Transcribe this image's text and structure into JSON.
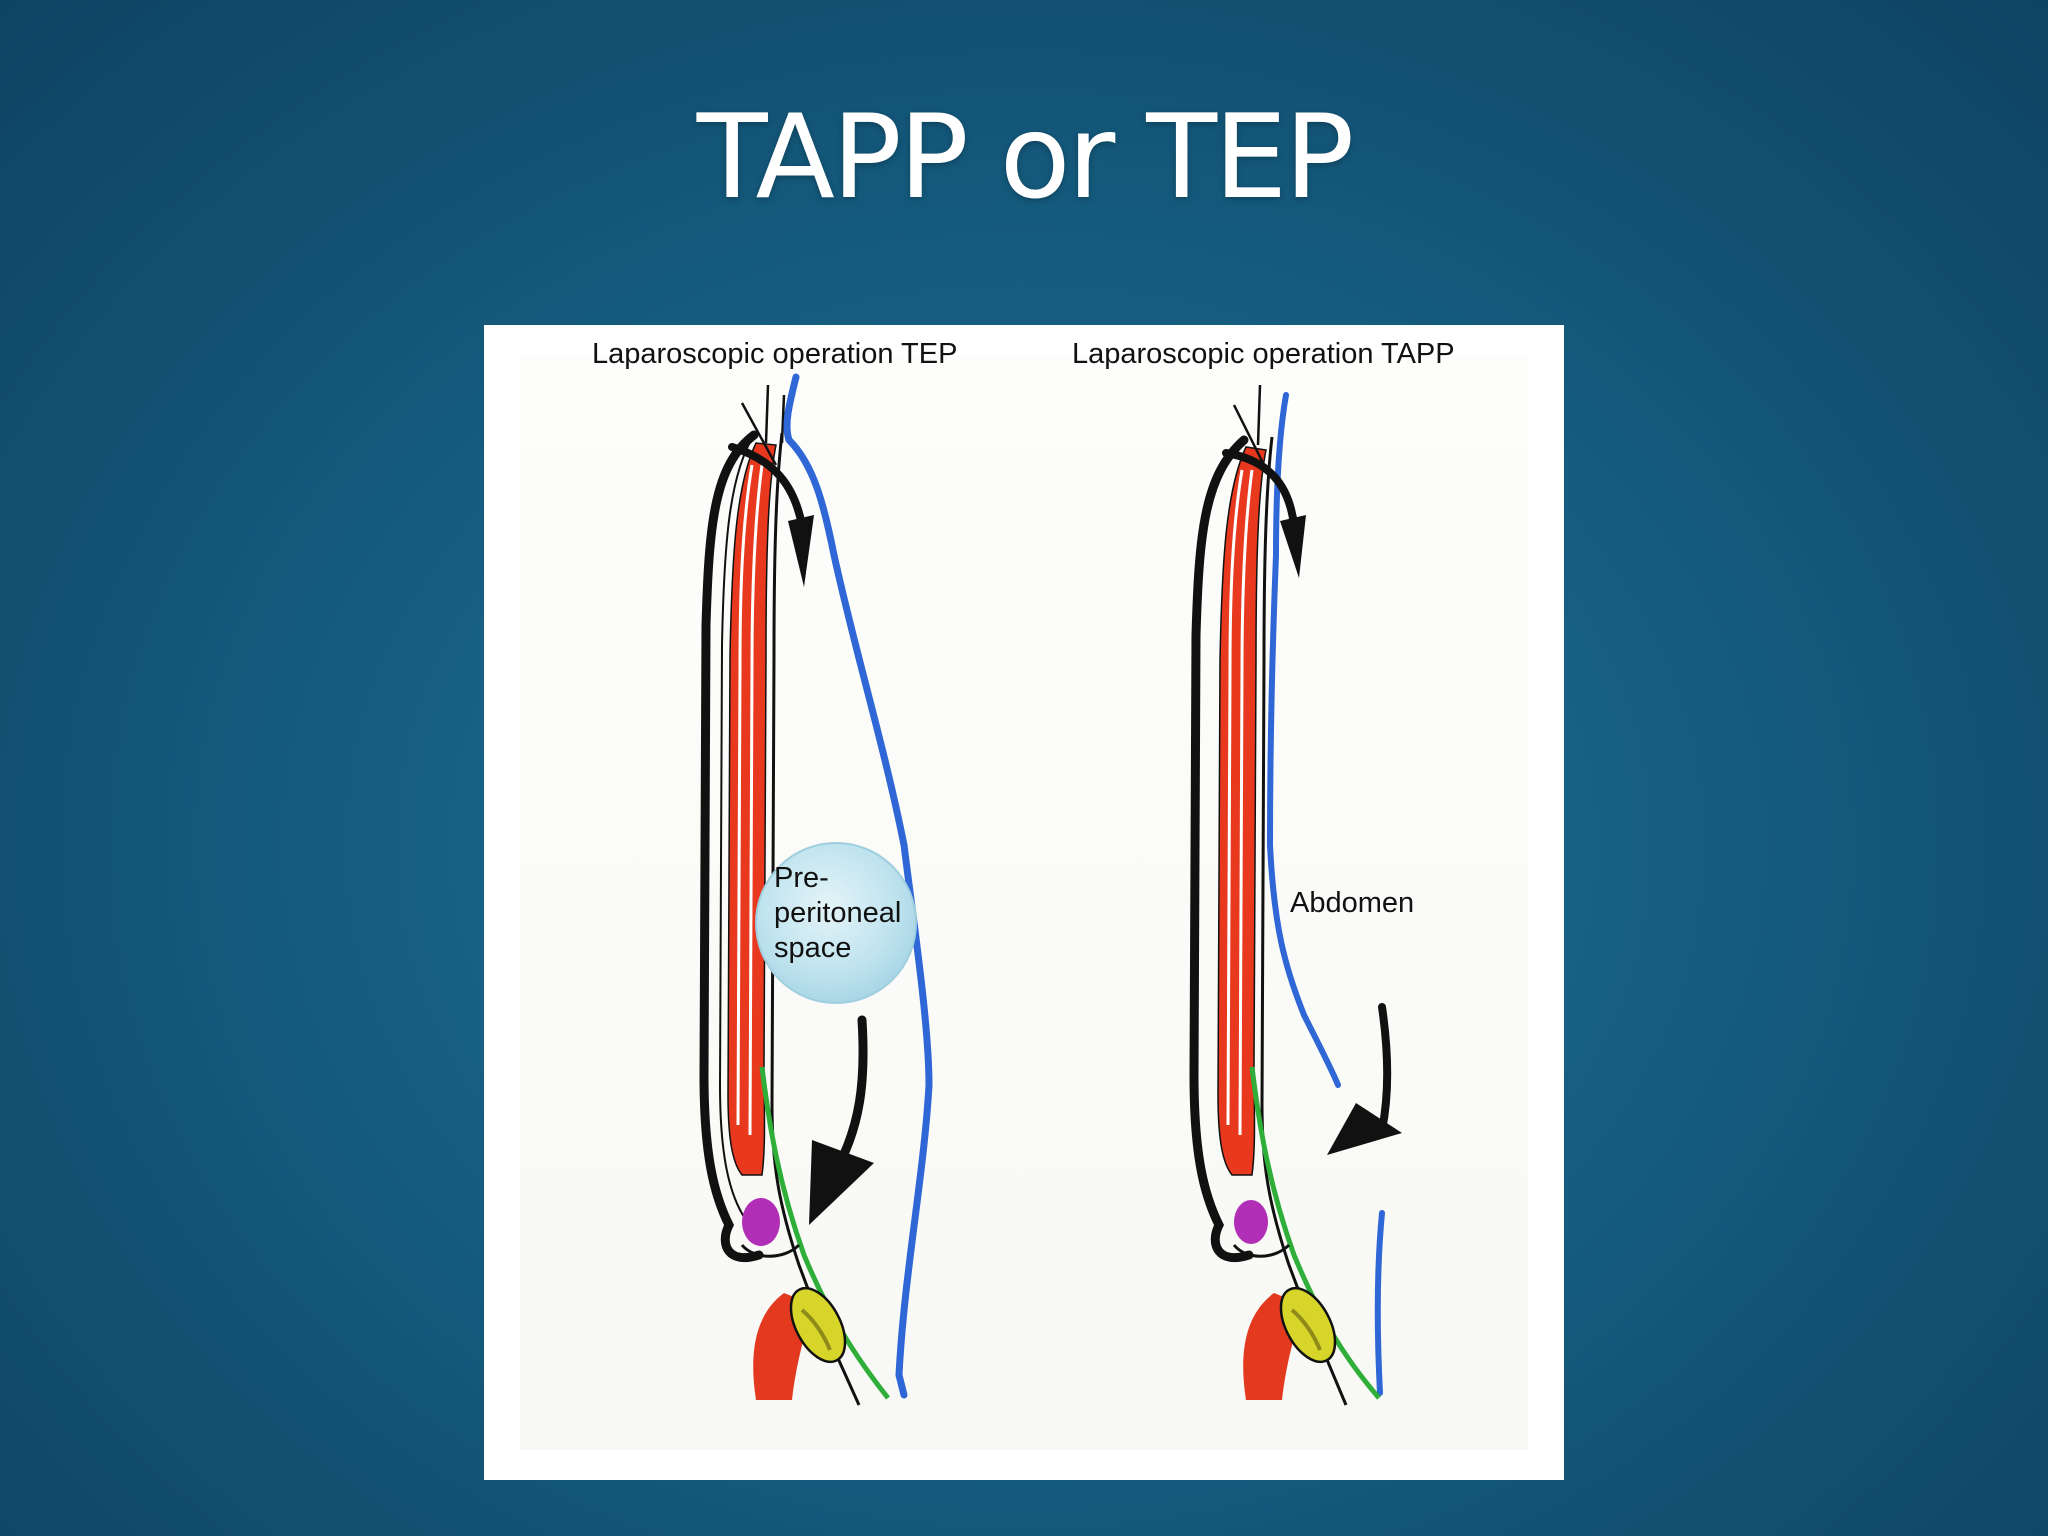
{
  "slide": {
    "title": "TAPP or TEP"
  },
  "figure": {
    "left_panel": {
      "title": "Laparoscopic operation TEP",
      "bubble_label": [
        "Pre-",
        "peritoneal",
        "space"
      ]
    },
    "right_panel": {
      "title": "Laparoscopic operation TAPP",
      "region_label": "Abdomen"
    },
    "colors": {
      "muscle": "#e8391f",
      "peritoneum": "#2f67d6",
      "fascia": "#2fae3a",
      "vessel": "#b02fb6",
      "cord": "#d7d52a",
      "bubble": "#bfe3ee",
      "outline": "#111111",
      "background": "#ffffff",
      "slide_background": "#176386"
    }
  }
}
